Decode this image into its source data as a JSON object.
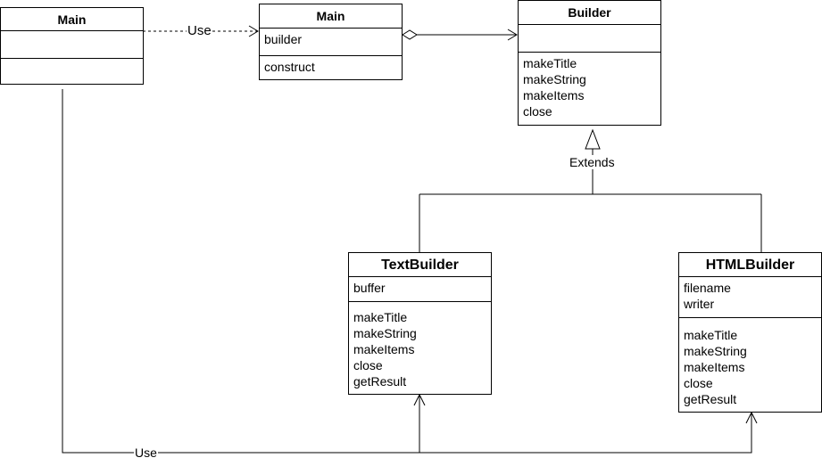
{
  "classes": {
    "main_left": {
      "name": "Main",
      "fields": [],
      "methods": []
    },
    "main_right": {
      "name": "Main",
      "fields": [
        "builder"
      ],
      "methods": [
        "construct"
      ]
    },
    "builder": {
      "name": "Builder",
      "fields": [],
      "methods": [
        "makeTitle",
        "makeString",
        "makeItems",
        "close"
      ]
    },
    "text_builder": {
      "name": "TextBuilder",
      "fields": [
        "buffer"
      ],
      "methods": [
        "makeTitle",
        "makeString",
        "makeItems",
        "close",
        "getResult"
      ]
    },
    "html_builder": {
      "name": "HTMLBuilder",
      "fields": [
        "filename",
        "writer"
      ],
      "methods": [
        "makeTitle",
        "makeString",
        "makeItems",
        "close",
        "getResult"
      ]
    }
  },
  "relations": {
    "use_top": "Use",
    "extends": "Extends",
    "use_bottom": "Use"
  }
}
